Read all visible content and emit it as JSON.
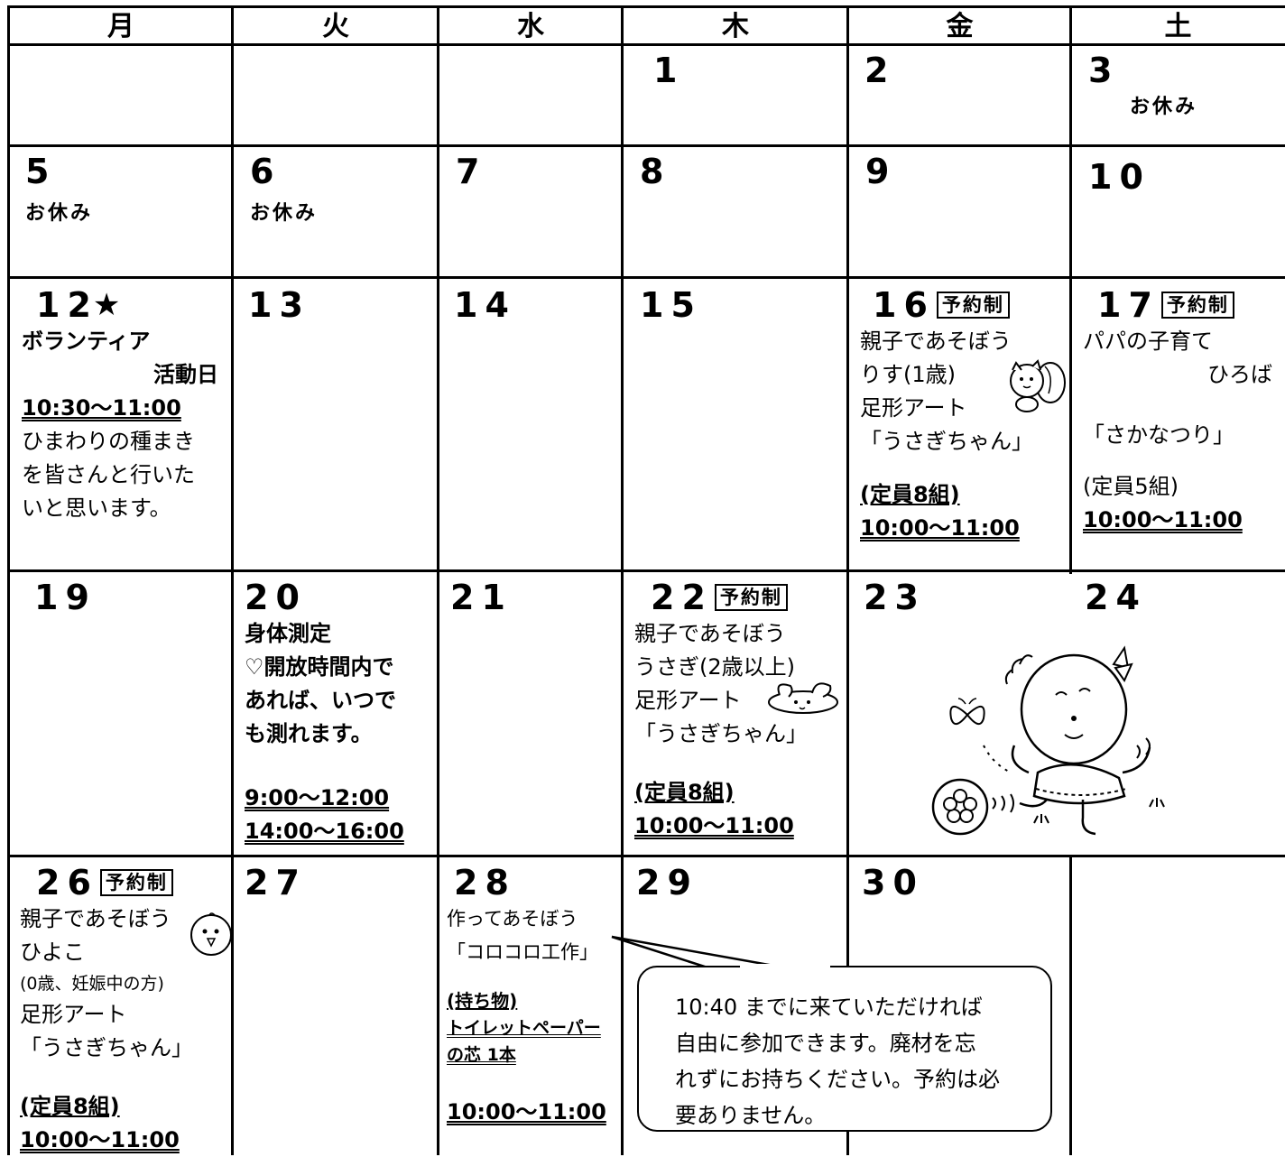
{
  "weekdays": [
    "月",
    "火",
    "水",
    "木",
    "金",
    "土"
  ],
  "badge": "予約制",
  "cells": {
    "thu_1": {
      "num": "1"
    },
    "fri_2": {
      "num": "2"
    },
    "sat_3": {
      "num": "3",
      "text": "お休み"
    },
    "mon_5": {
      "num": "5",
      "text": "お休み"
    },
    "tue_6": {
      "num": "6",
      "text": "お休み"
    },
    "wed_7": {
      "num": "7"
    },
    "thu_8": {
      "num": "8"
    },
    "fri_9": {
      "num": "9"
    },
    "sat_10": {
      "num": "10"
    },
    "mon_12": {
      "num": "12",
      "star": "★",
      "l1": "ボランティア",
      "l2": "活動日",
      "time": "10:30〜11:00",
      "l3": "ひまわりの種まき",
      "l4": "を皆さんと行いた",
      "l5": "いと思います。"
    },
    "tue_13": {
      "num": "13"
    },
    "wed_14": {
      "num": "14"
    },
    "thu_15": {
      "num": "15"
    },
    "fri_16": {
      "num": "16",
      "l1": "親子であそぼう",
      "l2": "りす(1歳)",
      "l3": "足形アート",
      "l4": "「うさぎちゃん」",
      "cap": "(定員8組)",
      "time": "10:00〜11:00"
    },
    "sat_17": {
      "num": "17",
      "l1": "パパの子育て",
      "l2": "ひろば",
      "l3": "「さかなつり」",
      "cap": "(定員5組)",
      "time": "10:00〜11:00"
    },
    "mon_19": {
      "num": "19"
    },
    "tue_20": {
      "num": "20",
      "l1": "身体測定",
      "l2": "♡開放時間内で",
      "l3": "あれば、いつで",
      "l4": "も測れます。",
      "time1": "9:00〜12:00",
      "time2": "14:00〜16:00"
    },
    "wed_21": {
      "num": "21"
    },
    "thu_22": {
      "num": "22",
      "l1": "親子であそぼう",
      "l2": "うさぎ(2歳以上)",
      "l3": "足形アート",
      "l4": "「うさぎちゃん」",
      "cap": "(定員8組)",
      "time": "10:00〜11:00"
    },
    "fri_23": {
      "num": "23"
    },
    "sat_24": {
      "num": "24"
    },
    "mon_26": {
      "num": "26",
      "l1": "親子であそぼう",
      "l2": "ひよこ",
      "l3": "(0歳、妊娠中の方)",
      "l4": "足形アート",
      "l5": "「うさぎちゃん」",
      "cap": "(定員8組)",
      "time": "10:00〜11:00"
    },
    "tue_27": {
      "num": "27"
    },
    "wed_28": {
      "num": "28",
      "l1": "作ってあそぼう",
      "l2": "「コロコロ工作」",
      "l3": "(持ち物)",
      "l4": "トイレットペーパー",
      "l5": "の芯 1本",
      "time": "10:00〜11:00"
    },
    "thu_29": {
      "num": "29"
    },
    "fri_30": {
      "num": "30"
    }
  },
  "bubble": {
    "l1": "10:40 までに来ていただければ",
    "l2": "自由に参加できます。廃材を忘",
    "l3": "れずにお持ちください。予約は必",
    "l4": "要ありません。"
  },
  "icons": [
    "squirrel-icon",
    "rabbit-icon",
    "chick-icon",
    "girl-with-ball-illustration",
    "butterfly-icon",
    "flower-ball-icon"
  ]
}
